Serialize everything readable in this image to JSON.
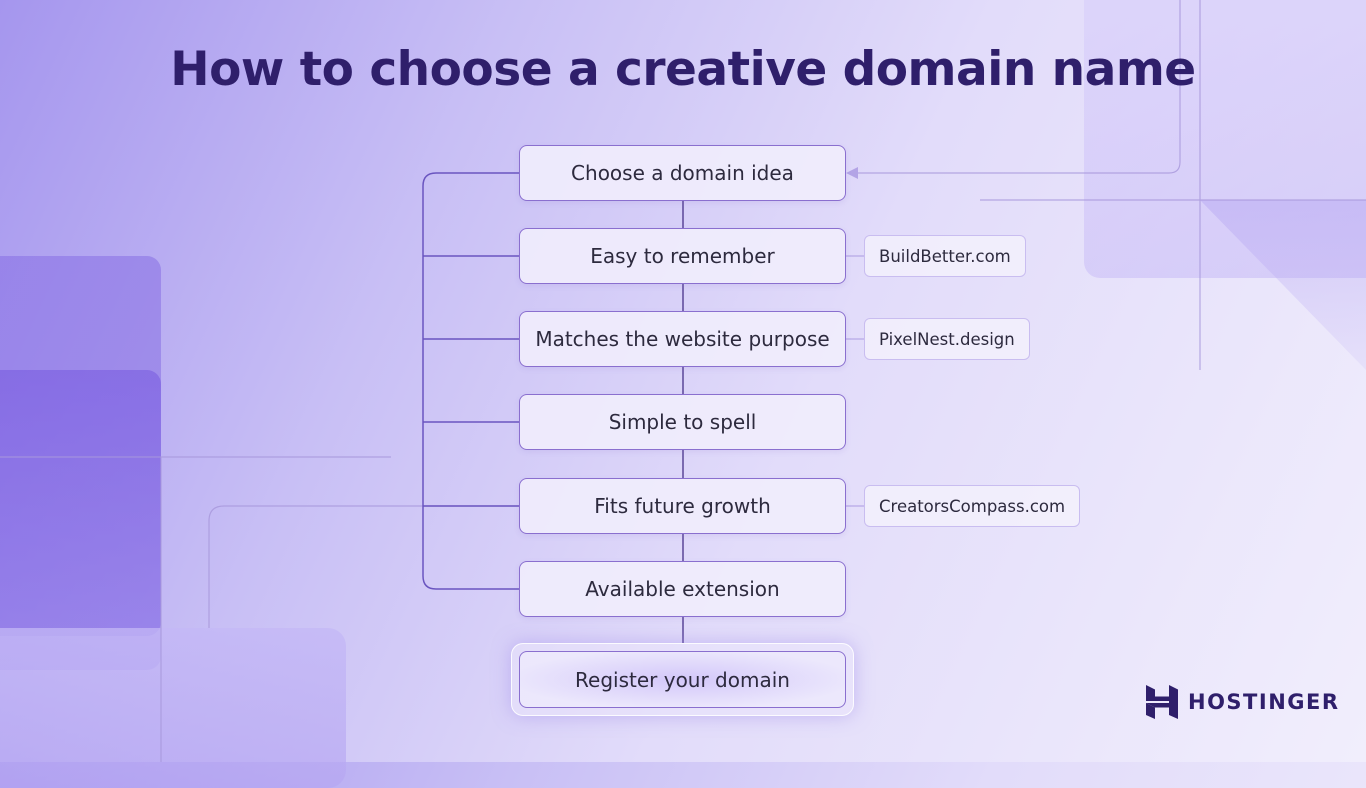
{
  "title": "How to choose a creative domain name",
  "steps": [
    "Choose a domain idea",
    "Easy to remember",
    "Matches the website purpose",
    "Simple to spell",
    "Fits future growth",
    "Available extension",
    "Register your domain"
  ],
  "examples": {
    "easy_to_remember": "BuildBetter.com",
    "matches_purpose": "PixelNest.design",
    "future_growth": "CreatorsCompass.com"
  },
  "brand": {
    "name": "HOSTINGER",
    "logo_icon": "hostinger-h-logo-icon"
  },
  "colors": {
    "title": "#2f1f6b",
    "box_border": "#8a6fcf",
    "connector": "#6a55c0",
    "brand": "#2f1f6b"
  }
}
